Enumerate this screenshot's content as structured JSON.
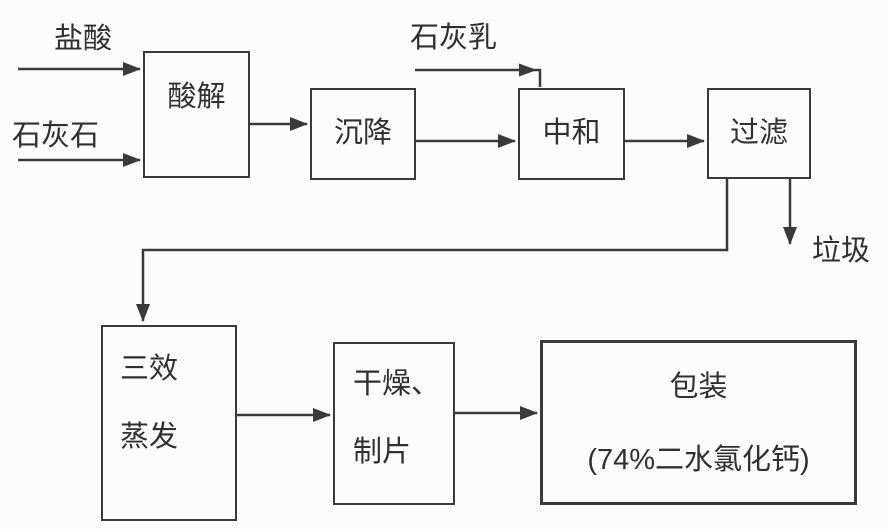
{
  "colors": {
    "background": "#fcfcfc",
    "line": "#3a3a3a",
    "text": "#303030"
  },
  "nodes": {
    "acidolysis": {
      "label": "酸解"
    },
    "sedimentation": {
      "label": "沉降"
    },
    "neutralization": {
      "label": "中和"
    },
    "filtration": {
      "label": "过滤"
    },
    "evaporation": {
      "line1": "三效",
      "line2": "蒸发"
    },
    "drying": {
      "line1": "干燥、",
      "line2": "制片"
    },
    "packaging": {
      "line1": "包装",
      "line2": "(74%二水氯化钙)"
    }
  },
  "labels": {
    "hydrochloric_acid": "盐酸",
    "limestone": "石灰石",
    "lime_milk": "石灰乳",
    "waste": "垃圾"
  },
  "edges": [
    {
      "from": "盐酸",
      "to": "酸解"
    },
    {
      "from": "石灰石",
      "to": "酸解"
    },
    {
      "from": "酸解",
      "to": "沉降"
    },
    {
      "from": "沉降",
      "to": "中和"
    },
    {
      "from": "石灰乳",
      "to": "中和"
    },
    {
      "from": "中和",
      "to": "过滤"
    },
    {
      "from": "过滤",
      "to": "垃圾"
    },
    {
      "from": "过滤",
      "to": "三效蒸发"
    },
    {
      "from": "三效蒸发",
      "to": "干燥、制片"
    },
    {
      "from": "干燥、制片",
      "to": "包装"
    }
  ]
}
